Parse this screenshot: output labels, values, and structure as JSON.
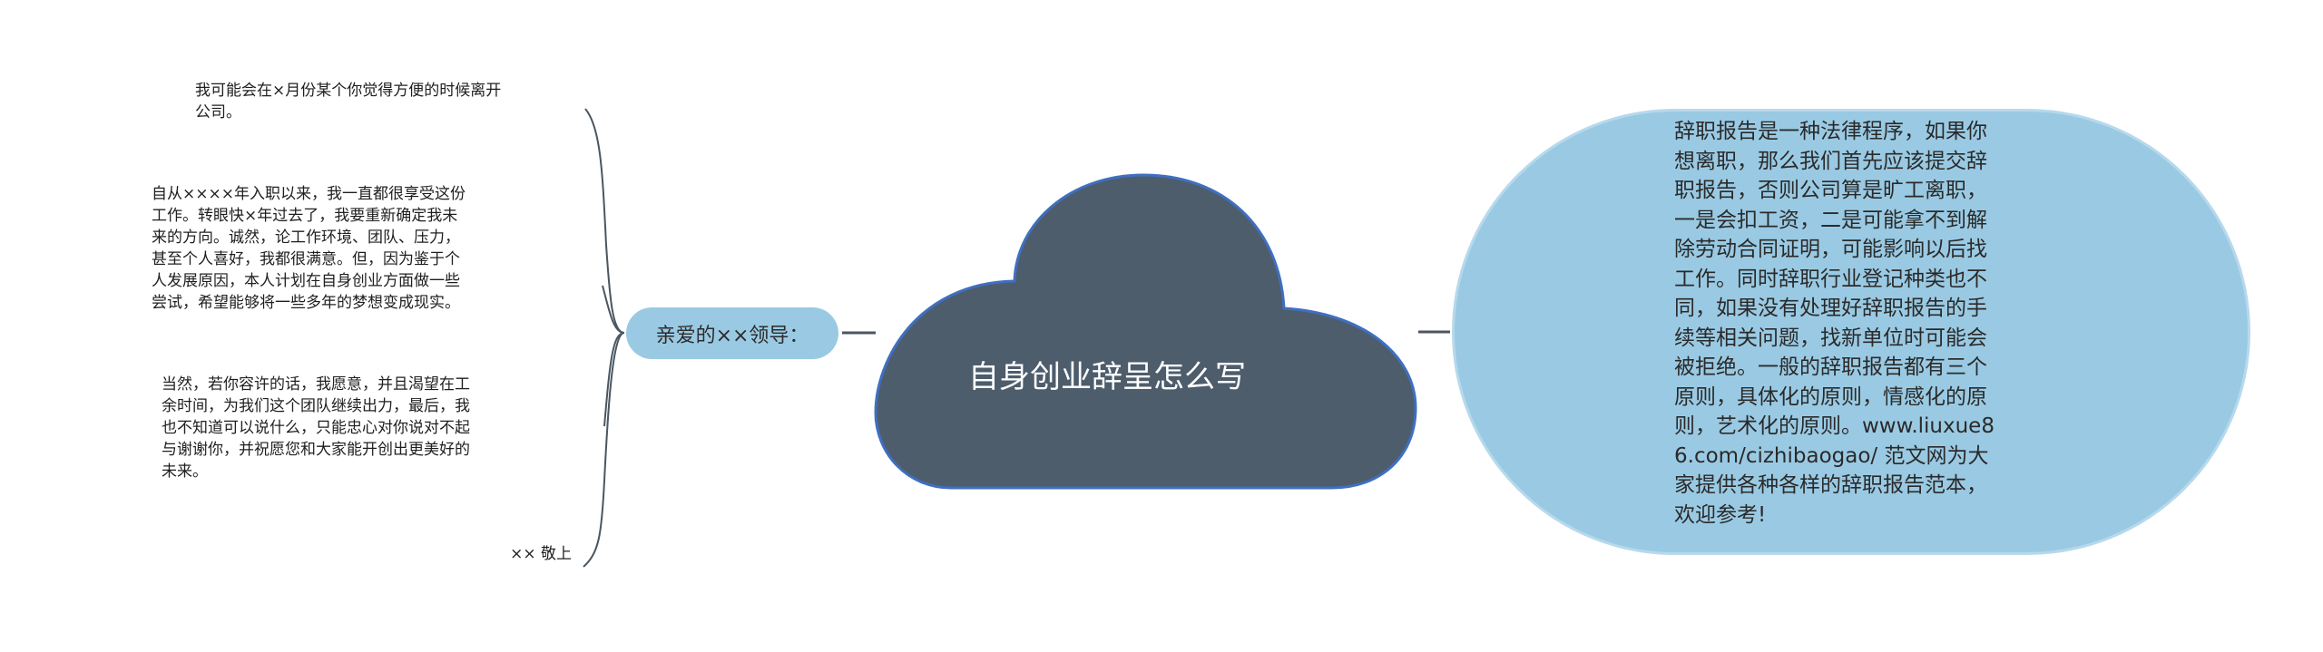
{
  "mindmap": {
    "central_topic": "自身创业辞呈怎么写",
    "left_branch": {
      "label": "亲爱的××领导：",
      "leaves": [
        "我可能会在×月份某个你觉得方便的时候离开\n公司。",
        "自从××××年入职以来，我一直都很享受这份\n工作。转眼快×年过去了，我要重新确定我未\n来的方向。诚然，论工作环境、团队、压力，\n甚至个人喜好，我都很满意。但，因为鉴于个\n人发展原因，本人计划在自身创业方面做一些\n尝试，希望能够将一些多年的梦想变成现实。",
        "当然，若你容许的话，我愿意，并且渴望在工\n余时间，为我们这个团队继续出力，最后，我\n也不知道可以说什么，只能忠心对你说对不起\n与谢谢你，并祝愿您和大家能开创出更美好的\n未来。",
        "×× 敬上"
      ]
    },
    "right_branch": {
      "text": "辞职报告是一种法律程序，如果你\n想离职，那么我们首先应该提交辞\n职报告，否则公司算是旷工离职，\n一是会扣工资，二是可能拿不到解\n除劳动合同证明，可能影响以后找\n工作。同时辞职行业登记种类也不\n同，如果没有处理好辞职报告的手\n续等相关问题，找新单位时可能会\n被拒绝。一般的辞职报告都有三个\n原则，具体化的原则，情感化的原\n则，艺术化的原则。www.liuxue8\n6.com/cizhibaogao/ 范文网为大\n家提供各种各样的辞职报告范本，\n欢迎参考!"
    }
  },
  "colors": {
    "cloud_fill": "#4e5d6c",
    "cloud_stroke": "#3f6fc0",
    "node_fill": "#9acae3",
    "connector": "#4a5660"
  }
}
